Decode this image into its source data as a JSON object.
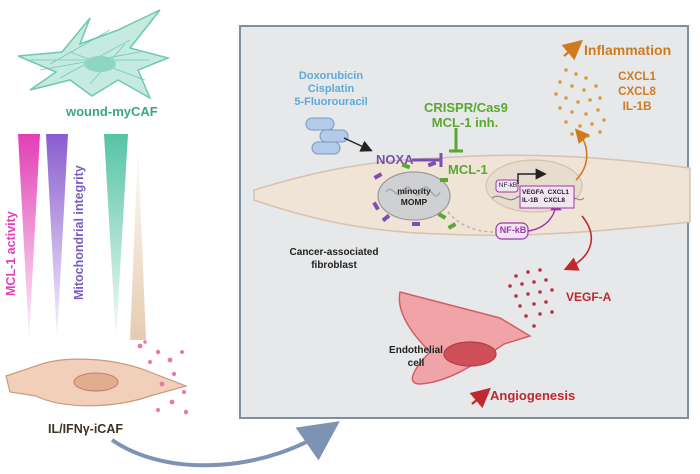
{
  "left_panel": {
    "wound_mycaf": "wound-myCAF",
    "mcl1_activity": "MCL-1 activity",
    "mito_integrity": "Mitochondrial integrity",
    "il_icaf": "IL/IFNγ-iCAF"
  },
  "main_panel": {
    "drugs": [
      "Doxorubicin",
      "Cisplatin",
      "5-Fluorouracil"
    ],
    "noxa": "NOXA",
    "crispr": [
      "CRISPR/Cas9",
      "MCL-1 inh."
    ],
    "mcl1": "MCL-1",
    "momp": [
      "minority",
      "MOMP"
    ],
    "nfkb_nucleus": "NF-kB",
    "nfkb_cyto": "NF-kB",
    "genes": [
      "VEGFA",
      "CXCL1",
      "IL-1B",
      "CXCL8"
    ],
    "caf_label": [
      "Cancer-associated",
      "fibroblast"
    ],
    "inflammation": "Inflammation",
    "cytokines": [
      "CXCL1",
      "CXCL8",
      "IL-1B"
    ],
    "vegfa": "VEGF-A",
    "endothelial": [
      "Endothelial",
      "cell"
    ],
    "angiogenesis": "Angiogenesis"
  },
  "colors": {
    "panel_bg": "#e6e8ea",
    "panel_border": "#7d8fa3",
    "cell_fill": "#efe4d6",
    "mycaf_green": "#5fc4a8",
    "mcl1_pink": "#e040b8",
    "mito_purple": "#7a5cc0",
    "noxa_purple": "#7d4fb0",
    "drug_blue": "#5fa9d8",
    "crispr_green": "#5aa832",
    "inflammation_orange": "#d07a20",
    "angiogenesis_red": "#c0282d",
    "endo_pink": "#e8828a",
    "nfkb_magenta": "#9c3aa8"
  }
}
